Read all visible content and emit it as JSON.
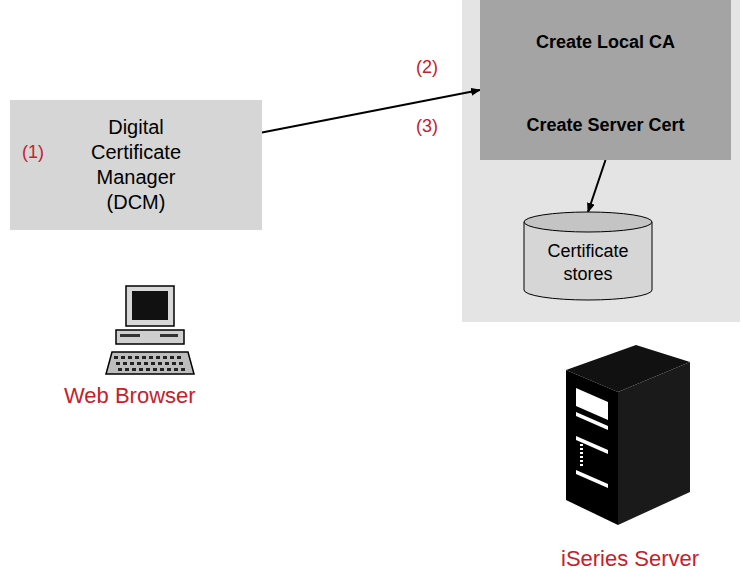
{
  "diagram": {
    "nodes": [
      {
        "text": [
          "Digital Certificate Manager (DCM)"
        ]
      },
      {
        "text": [
          "Create Local CA",
          "Create Server Cert"
        ]
      },
      {
        "text": [
          "Certificate stores"
        ]
      }
    ],
    "edges": [
      {
        "from": 0,
        "to": 1,
        "arrow": "to"
      },
      {
        "from": 1,
        "to": 2,
        "arrow": "to"
      }
    ],
    "labels": [
      "(1)",
      "(2)",
      "(3)",
      "Web Browser",
      "iSeries Server"
    ]
  }
}
